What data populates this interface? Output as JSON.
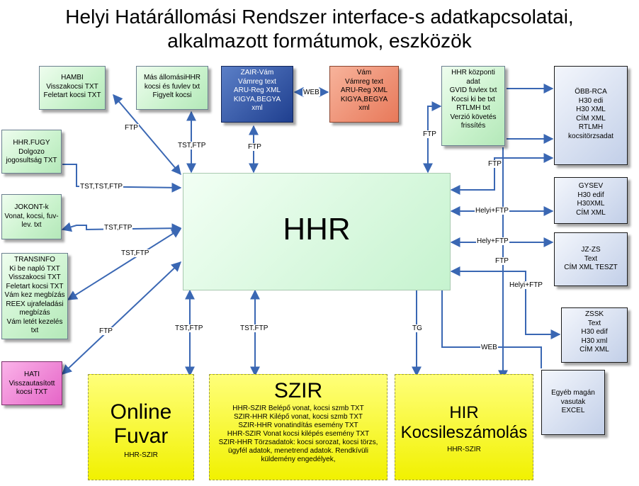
{
  "title": {
    "line1": "Helyi Határállomási Rendszer interface-s adatkapcsolatai,",
    "line2": "alkalmazott formátumok, eszközök"
  },
  "center": {
    "label": "HHR"
  },
  "boxes": {
    "hambi": [
      "HAMBI",
      "Visszakocsi TXT",
      "Feletart kocsi TXT"
    ],
    "mas": [
      "Más állomásiHHR",
      "kocsi és fuvlev txt",
      "Figyelt kocsi"
    ],
    "zair": [
      "ZAIR-Vám",
      "Vámreg text",
      "ARU-Reg XML",
      "KIGYA,BEGYA",
      "xml"
    ],
    "vam": [
      "Vám",
      "Vámreg text",
      "ARU-Reg XML",
      "KIGYA,BEGYA",
      "xml"
    ],
    "hhrk": [
      "HHR központi",
      "adat",
      "GVID fuvlex txt",
      "Kocsi ki be txt",
      "RTLMH txt",
      "Verzió követés",
      "frissítés"
    ],
    "obb": [
      "ÖBB-RCA",
      "H30 edi",
      "H30 XML",
      "CÍM XML",
      "RTLMH",
      "kocsitörzsadat"
    ],
    "fugy": [
      "HHR.FUGY",
      "Dolgozo",
      "jogosultság TXT"
    ],
    "jokont": [
      "JOKONT-k",
      "Vonat, kocsi, fuv-",
      "lev. txt"
    ],
    "transinfo": [
      "TRANSINFO",
      "Ki be napló TXT",
      "Visszakocsi TXT",
      "Feletart kocsi TXT",
      "Vám kez megbízás",
      "REEX ujrafeladási",
      "megbízás",
      "Vám letét kezelés",
      "txt"
    ],
    "hati": [
      "HATI",
      "Visszautasított",
      "kocsi TXT"
    ],
    "gysev": [
      "GYSEV",
      "H30 edif",
      "H30XML",
      "CÍM XML"
    ],
    "jzzs": [
      "JZ-ZS",
      "Text",
      "CÍM XML TESZT"
    ],
    "zssk": [
      "ZSSK",
      "Text",
      "H30 edif",
      "H30 xml",
      "CÍM XML"
    ],
    "egyeb": [
      "Egyéb magán",
      "vasutak",
      "EXCEL"
    ]
  },
  "online": {
    "line1": "Online",
    "line2": "Fuvar",
    "sub": "HHR-SZIR"
  },
  "szir": {
    "title": "SZIR",
    "lines": [
      "HHR-SZIR Belépő vonat, kocsi szmb TXT",
      "SZIR-HHR Kilépő vonat, kocsi szmb TXT",
      "SZIR-HHR vonatindítás esemény TXT",
      "HHR-SZIR Vonat kocsi kilépés esemény TXT",
      "SZIR-HHR Törzsadatok: kocsi sorozat, kocsi törzs,",
      "ügyfél adatok, menetrend adatok. Rendkívüli",
      "küldemény engedélyek,"
    ]
  },
  "hir": {
    "line1": "HIR",
    "line2": "Kocsileszámolás",
    "sub": "HHR-SZIR"
  },
  "labels": {
    "ftp1": "FTP",
    "tstftp1": "TST,FTP",
    "ftp2": "FTP",
    "web": "WEB",
    "ftp3": "FTP",
    "ststftp": "TST,TST,FTP",
    "tstftp2": "TST,FTP",
    "tstftp3": "TST,FTP",
    "ftp4": "FTP",
    "ftp5": "FTP",
    "helyiftp1": "Helyi+FTP",
    "helyftp": "Hely+FTP",
    "ftp6": "FTP",
    "helyiftp2": "Helyi+FTP",
    "tstftp4": "TST,FTP",
    "tstftp5": "TST.FTP",
    "tg": "TG",
    "web2": "WEB"
  }
}
